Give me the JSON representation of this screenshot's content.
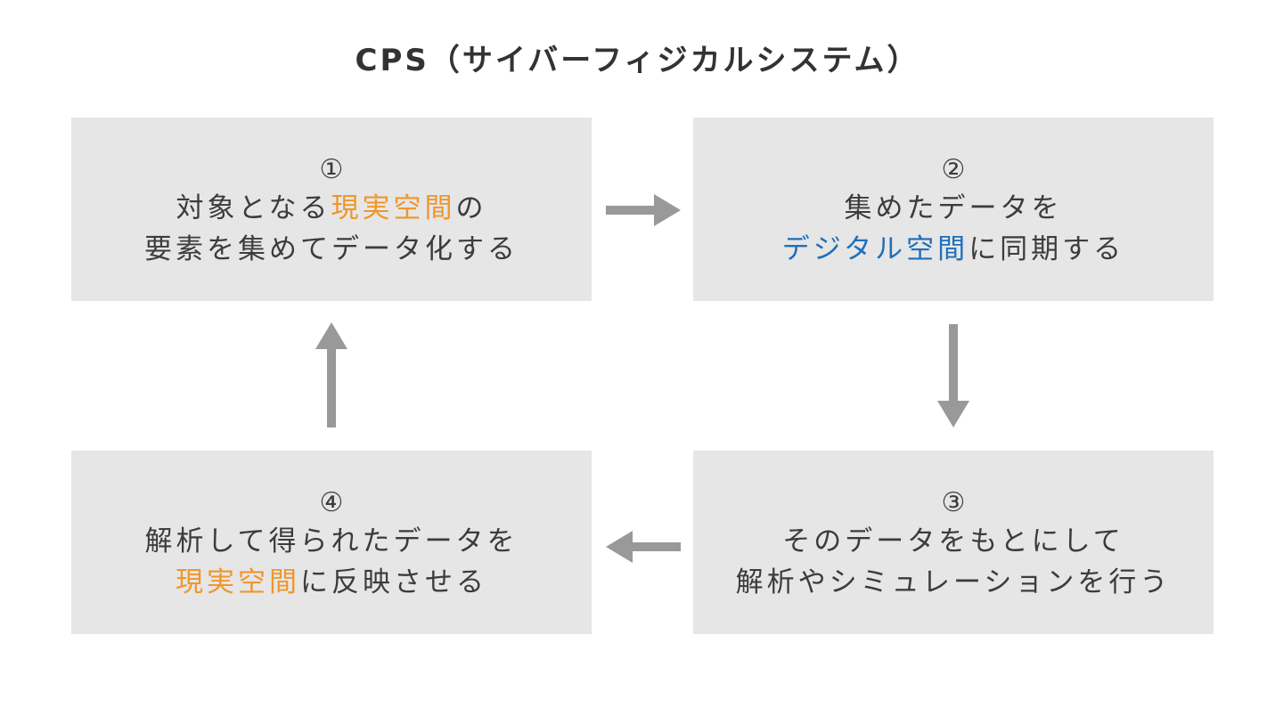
{
  "title": "CPS（サイバーフィジカルシステム）",
  "colors": {
    "box_background": "#e6e6e6",
    "text": "#3c3c3c",
    "highlight_real_space": "#f0962a",
    "highlight_digital_space": "#1f6fb8",
    "arrow": "#999999"
  },
  "steps": [
    {
      "number": "①",
      "line1_pre": "対象となる",
      "line1_highlight": "現実空間",
      "line1_post": "の",
      "line2": "要素を集めてデータ化する"
    },
    {
      "number": "②",
      "line1": "集めたデータを",
      "line2_highlight": "デジタル空間",
      "line2_post": "に同期する"
    },
    {
      "number": "③",
      "line1": "そのデータをもとにして",
      "line2": "解析やシミュレーションを行う"
    },
    {
      "number": "④",
      "line1": "解析して得られたデータを",
      "line2_highlight": "現実空間",
      "line2_post": "に反映させる"
    }
  ]
}
